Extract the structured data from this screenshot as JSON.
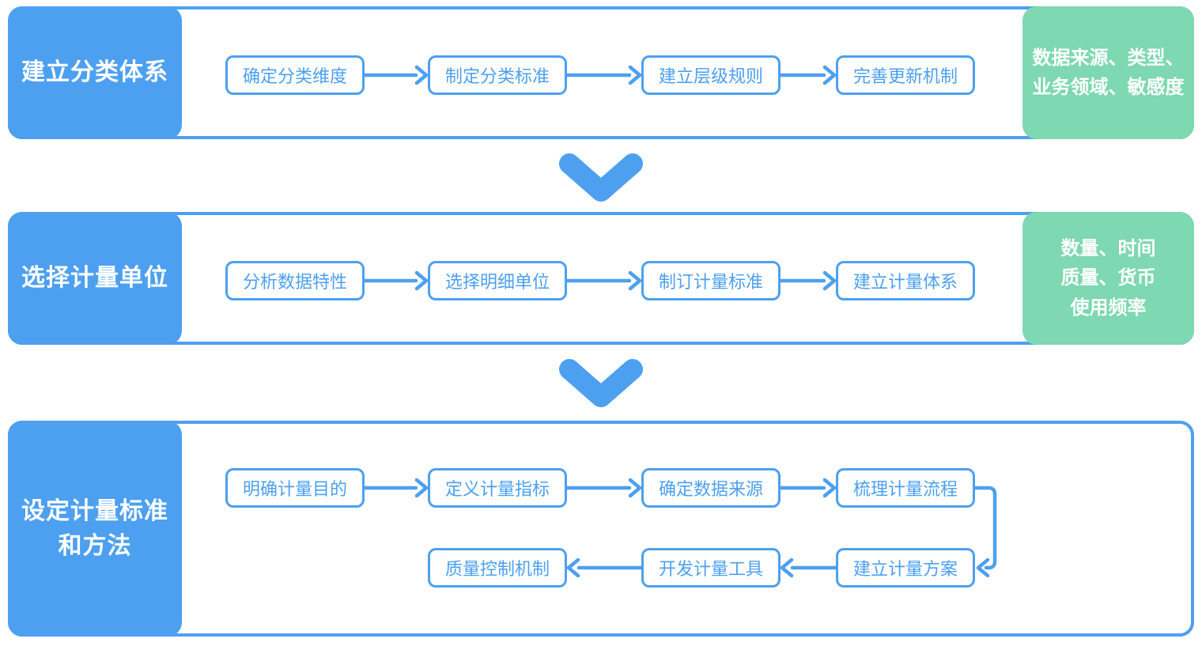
{
  "diagram": {
    "colors": {
      "blue": "#4da0f0",
      "green": "#7ed8b1",
      "text_on_fill": "#ffffff",
      "background": "#ffffff"
    },
    "icons": {
      "row_separator": "chevron-down-icon",
      "forward_connector": "arrow-right-icon",
      "backward_connector": "arrow-left-icon",
      "wrap_connector": "elbow-connector-icon"
    },
    "rows": [
      {
        "label": "建立分类体系",
        "steps": [
          "确定分类维度",
          "制定分类标准",
          "建立层级规则",
          "完善更新机制"
        ],
        "note_lines": [
          "数据来源、类型、",
          "业务领域、敏感度"
        ]
      },
      {
        "label": "选择计量单位",
        "steps": [
          "分析数据特性",
          "选择明细单位",
          "制订计量标准",
          "建立计量体系"
        ],
        "note_lines": [
          "数量、时间",
          "质量、货币",
          "使用频率"
        ]
      },
      {
        "label": "设定计量标准和方法",
        "label_lines": [
          "设定计量标准",
          "和方法"
        ],
        "steps_top": [
          "明确计量目的",
          "定义计量指标",
          "确定数据来源",
          "梳理计量流程"
        ],
        "steps_bottom": [
          "质量控制机制",
          "开发计量工具",
          "建立计量方案"
        ]
      }
    ]
  }
}
